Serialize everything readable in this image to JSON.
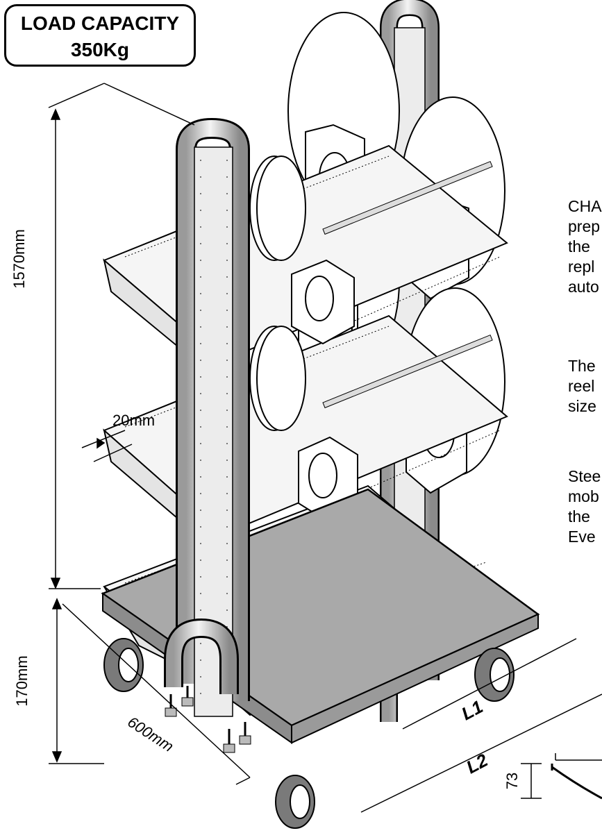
{
  "badge": {
    "line1": "LOAD CAPACITY",
    "line2": "350Kg"
  },
  "description": {
    "p1": [
      "CHA",
      "prep",
      "the",
      "repl",
      "auto"
    ],
    "p2": [
      "The",
      "reel",
      "size"
    ],
    "p3": [
      "Stee",
      "mob",
      "the",
      "Eve"
    ]
  },
  "dimensions": {
    "height": "1570mm",
    "slot": "20mm",
    "base_height": "170mm",
    "width": "600mm",
    "l1": "L1",
    "l2": "L2",
    "detail": "73"
  },
  "colors": {
    "frame": "#d8d8d8",
    "base": "#a9a9a9",
    "panel": "#ececec",
    "line": "#000000"
  }
}
